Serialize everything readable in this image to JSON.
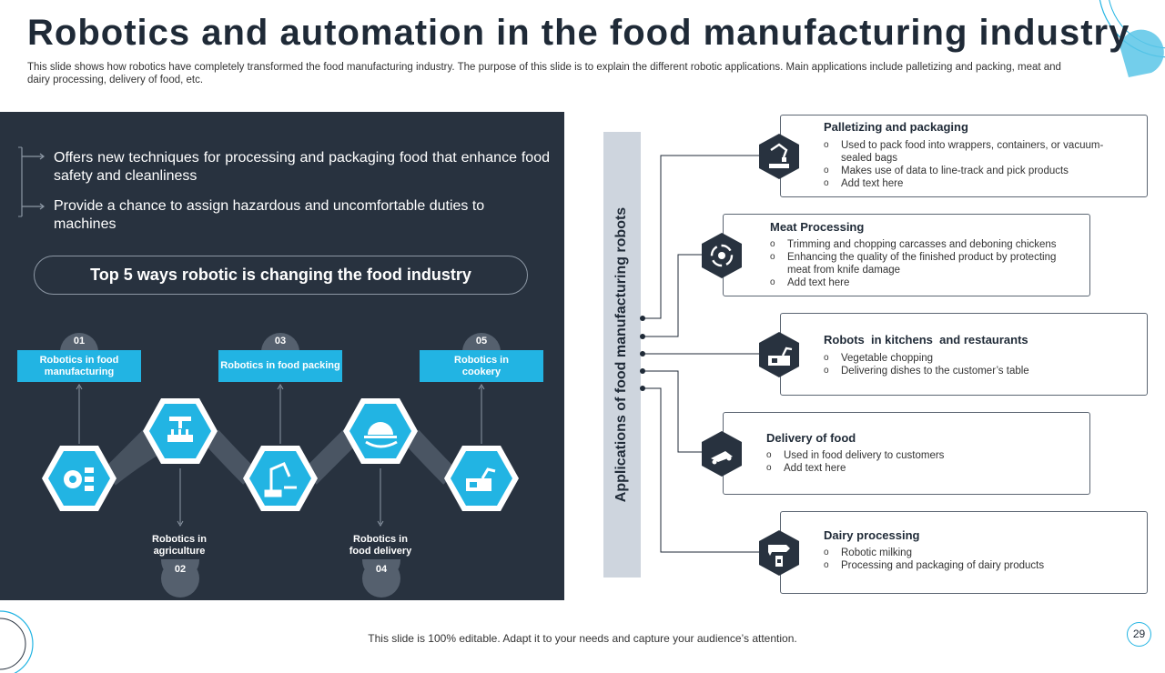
{
  "title": "Robotics and automation in the food manufacturing industry",
  "subtitle": "This slide shows how robotics have completely transformed the food manufacturing industry. The purpose of this slide is to explain the different robotic applications. Main applications include palletizing and packing, meat and dairy processing, delivery of food, etc.",
  "left_panel": {
    "bullets": [
      "Offers new techniques for processing and packaging food that enhance food safety and cleanliness",
      "Provide a chance to assign hazardous and uncomfortable duties to machines"
    ],
    "heading": "Top 5 ways robotic is changing the food industry",
    "ways": [
      {
        "num": "01",
        "label": "Robotics in food manufacturing",
        "icon": "gear-settings-icon"
      },
      {
        "num": "02",
        "label": "Robotics in agriculture",
        "icon": "robot-harvester-icon"
      },
      {
        "num": "03",
        "label": "Robotics in food packing",
        "icon": "robotic-arm-icon"
      },
      {
        "num": "04",
        "label": "Robotics in food delivery",
        "icon": "food-serving-cloche-icon"
      },
      {
        "num": "05",
        "label": "Robotics in cookery",
        "icon": "robot-kitchen-icon"
      }
    ]
  },
  "side_label": "Applications of food manufacturing robots",
  "applications": [
    {
      "title": "Palletizing and packaging",
      "icon": "palletizing-robot-icon",
      "items": [
        "Used to pack food into wrappers, containers, or vacuum-sealed bags",
        "Makes use of data to line-track and pick products",
        "Add text here"
      ]
    },
    {
      "title": "Meat Processing",
      "icon": "processing-cycle-icon",
      "items": [
        "Trimming and chopping carcasses and deboning chickens",
        "Enhancing the quality of the finished product by protecting meat from knife damage",
        "Add text here"
      ]
    },
    {
      "title": "Robots  in kitchens  and restaurants",
      "icon": "kitchen-robot-icon",
      "items": [
        "Vegetable chopping",
        "Delivering dishes to the customer’s table"
      ]
    },
    {
      "title": "Delivery of food",
      "icon": "delivery-drone-icon",
      "items": [
        "Used in food delivery to customers",
        "Add text here"
      ]
    },
    {
      "title": "Dairy processing",
      "icon": "cow-milk-icon",
      "items": [
        "Robotic milking",
        "Processing and packaging of dairy products"
      ]
    }
  ],
  "footer": "This slide is 100% editable. Adapt it to your needs and capture your audience’s attention.",
  "page_number": "29",
  "colors": {
    "dark": "#28323f",
    "accent": "#22b4e3",
    "text": "#1f2a37"
  }
}
